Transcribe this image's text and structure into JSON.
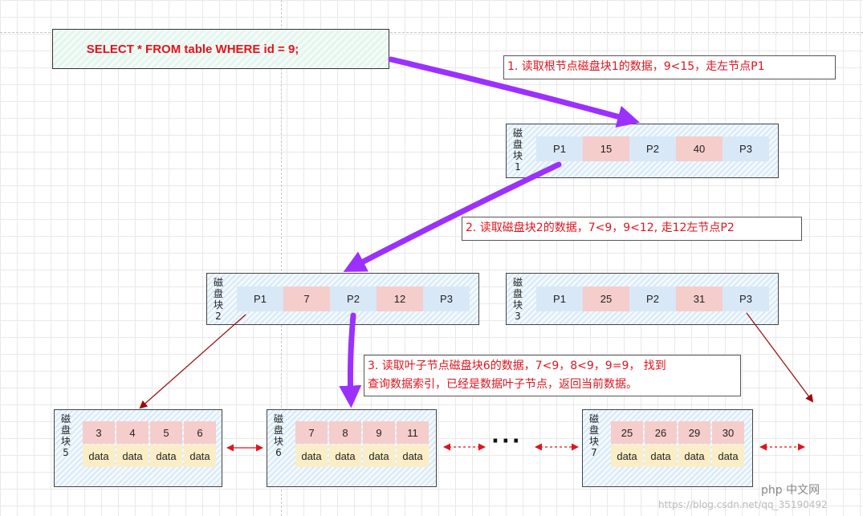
{
  "sql": "SELECT *  FROM table WHERE id = 9;",
  "steps": [
    "1. 读取根节点磁盘块1的数据，9<15，走左节点P1",
    "2. 读取磁盘块2的数据，7<9，9<12, 走12左节点P2",
    "3. 读取叶子节点磁盘块6的数据，7<9，8<9，9=9， 找到",
    "查询数据索引，已经是数据叶子节点，返回当前数据。"
  ],
  "disk_label": [
    "磁",
    "盘",
    "块"
  ],
  "internal_blocks": [
    {
      "num": "1",
      "cells": [
        "P1",
        "15",
        "P2",
        "40",
        "P3"
      ]
    },
    {
      "num": "2",
      "cells": [
        "P1",
        "7",
        "P2",
        "12",
        "P3"
      ]
    },
    {
      "num": "3",
      "cells": [
        "P1",
        "25",
        "P2",
        "31",
        "P3"
      ]
    }
  ],
  "leaf_blocks": [
    {
      "num": "5",
      "keys": [
        "3",
        "4",
        "5",
        "6"
      ],
      "data": [
        "data",
        "data",
        "data",
        "data"
      ]
    },
    {
      "num": "6",
      "keys": [
        "7",
        "8",
        "9",
        "11"
      ],
      "data": [
        "data",
        "data",
        "data",
        "data"
      ]
    },
    {
      "num": "7",
      "keys": [
        "25",
        "26",
        "29",
        "30"
      ],
      "data": [
        "data",
        "data",
        "data",
        "data"
      ]
    }
  ],
  "ellipsis": "···",
  "watermark": {
    "logo": "php 中文网",
    "url": "https://blog.csdn.net/qq_35190492"
  },
  "colors": {
    "highlight_arrow": "#9b30ff",
    "pointer_arrow": "#9b0a0a",
    "link_arrow": "#e2131c",
    "note_text": "#e2131c"
  }
}
